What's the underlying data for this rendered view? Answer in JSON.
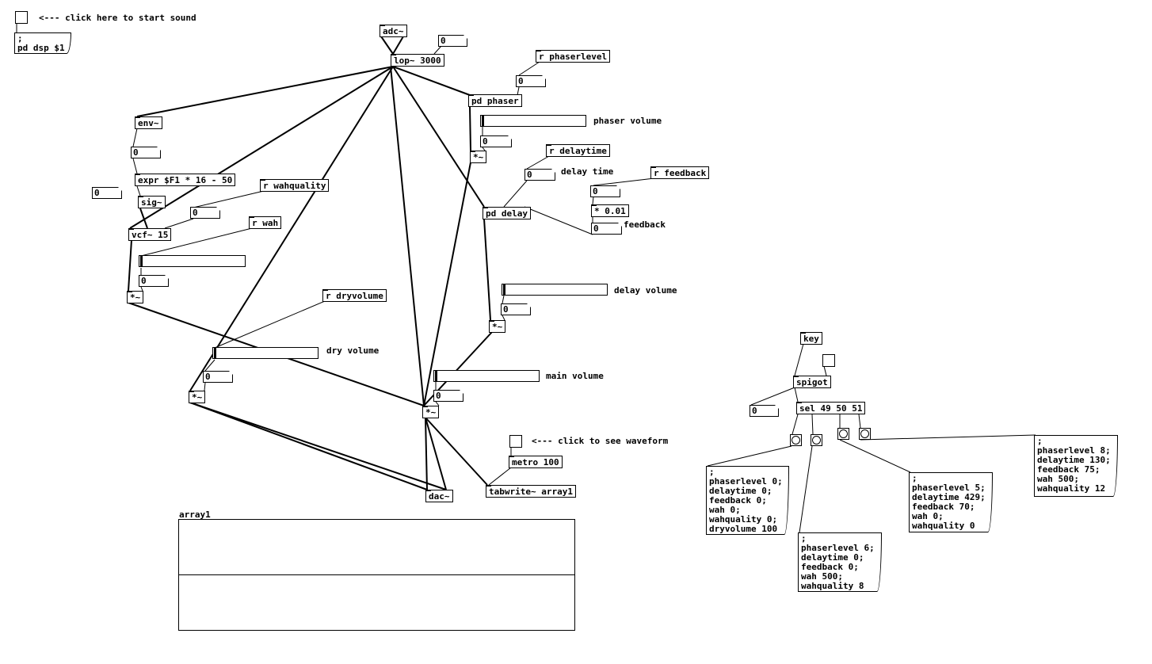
{
  "comments": {
    "start_sound": "<--- click here to start sound",
    "phaser_volume": "phaser volume",
    "delay_time": "delay time",
    "feedback": "feedback",
    "delay_volume": "delay volume",
    "dry_volume": "dry volume",
    "main_volume": "main volume",
    "see_waveform": "<--- click to see waveform"
  },
  "objects": {
    "adc": "adc~",
    "lop": "lop~ 3000",
    "r_phaserlevel": "r phaserlevel",
    "pd_phaser": "pd phaser",
    "env": "env~",
    "expr": "expr $F1 * 16 - 50",
    "sig": "sig~",
    "r_wahquality": "r wahquality",
    "vcf": "vcf~ 15",
    "r_wah": "r wah",
    "mul_wah": "*~",
    "r_dryvolume": "r dryvolume",
    "mul_dry": "*~",
    "mul_phaser": "*~",
    "r_delaytime": "r delaytime",
    "r_feedback": "r feedback",
    "pd_delay": "pd delay",
    "mul_feedback": "* 0.01",
    "mul_delay": "*~",
    "mul_main": "*~",
    "dac": "dac~",
    "metro": "metro 100",
    "tabwrite": "tabwrite~ array1",
    "key": "key",
    "spigot": "spigot",
    "sel": "sel 49 50 51"
  },
  "numbers": {
    "n_lop": "0",
    "n_phaserlevel": "0",
    "n_phaser_vol": "0",
    "n_env": "0",
    "n_expr_side": "0",
    "n_wahquality": "0",
    "n_wah": "0",
    "n_delaytime": "0",
    "n_feedback_in": "0",
    "n_feedback_out": "0",
    "n_delay_vol": "0",
    "n_dry_vol": "0",
    "n_main_vol": "0",
    "n_key": "0"
  },
  "messages": {
    "dsp": ";\npd dsp $1",
    "preset0": ";\nphaserlevel 0;\ndelaytime 0;\nfeedback 0;\nwah 0;\nwahquality 0;\ndryvolume 100",
    "preset1": ";\nphaserlevel 6;\ndelaytime 0;\nfeedback 0;\nwah 500;\nwahquality 8",
    "preset2": ";\nphaserlevel 5;\ndelaytime 429;\nfeedback 70;\nwah 0;\nwahquality 0",
    "preset3": ";\nphaserlevel 8;\ndelaytime 130;\nfeedback 75;\nwah 500;\nwahquality 12"
  },
  "array": {
    "name": "array1"
  }
}
